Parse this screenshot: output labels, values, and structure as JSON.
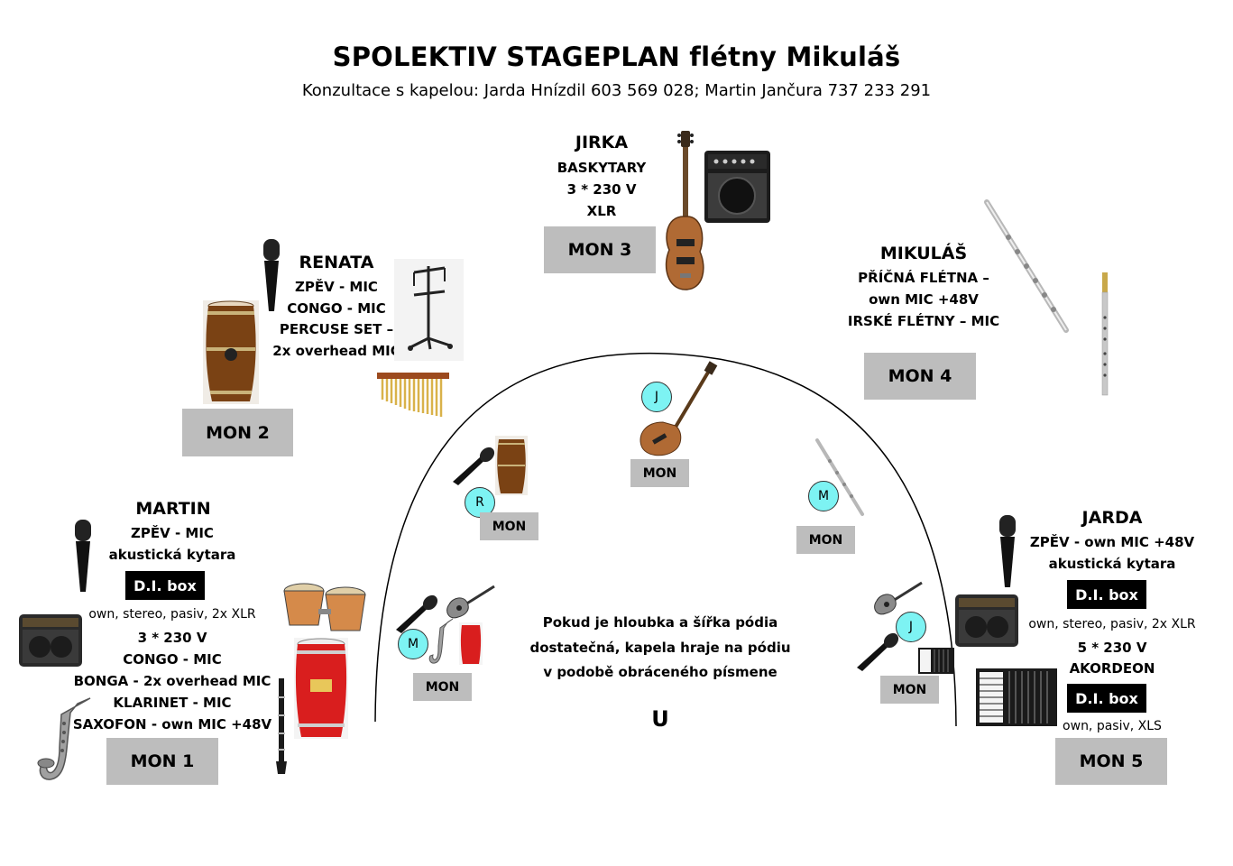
{
  "title": "SPOLEKTIV STAGEPLAN flétny Mikuláš",
  "subtitle": "Konzultace s kapelou: Jarda Hnízdil 603 569 028; Martin Jančura 737 233 291",
  "jirka": {
    "name": "JIRKA",
    "lines": [
      "BASKYTARY",
      "3 * 230 V",
      "XLR"
    ],
    "mon": "MON 3"
  },
  "renata": {
    "name": "RENATA",
    "lines": [
      "ZPĚV - MIC",
      "CONGO - MIC",
      "PERCUSE SET –",
      "2x overhead MIC"
    ],
    "mon": "MON 2"
  },
  "mikulas": {
    "name": "MIKULÁŠ",
    "lines": [
      "PŘÍČNÁ FLÉTNA –",
      "own MIC +48V",
      "IRSKÉ FLÉTNY – MIC"
    ],
    "mon": "MON 4"
  },
  "martin": {
    "name": "MARTIN",
    "lines": [
      "ZPĚV - MIC",
      "akustická kytara"
    ],
    "di": "D.I. box",
    "di_note": "own, stereo, pasiv, 2x XLR",
    "lines2": [
      "3 * 230 V",
      "CONGO - MIC",
      "BONGA - 2x overhead MIC",
      "KLARINET - MIC",
      "SAXOFON - own MIC +48V"
    ],
    "mon": "MON 1"
  },
  "jarda": {
    "name": "JARDA",
    "lines": [
      "ZPĚV - own MIC +48V",
      "akustická kytara"
    ],
    "di": "D.I. box",
    "di_note": "own, stereo, pasiv, 2x XLR",
    "lines2": [
      "5 * 230 V",
      "AKORDEON"
    ],
    "di2": "D.I. box",
    "di2_note": "own, pasiv, XLS",
    "mon": "MON 5"
  },
  "stage": {
    "mon_small": "MON",
    "tags": {
      "jirka": "J",
      "renata": "R",
      "mikulas": "M",
      "martin": "M",
      "jarda": "J"
    },
    "note": [
      "Pokud je hloubka a šířka pódia",
      "dostatečná, kapela hraje na pódiu",
      "v podobě obráceného písmene"
    ],
    "u": "U"
  },
  "icons": [
    "bass-guitar-icon",
    "bass-amp-icon",
    "microphone-icon",
    "conga-icon",
    "percussion-stand-icon",
    "wind-chimes-icon",
    "flute-icon",
    "tin-whistle-icon",
    "acoustic-amp-icon",
    "bongos-icon",
    "red-conga-icon",
    "saxophone-icon",
    "clarinet-icon",
    "acoustic-guitar-icon",
    "accordion-icon"
  ]
}
